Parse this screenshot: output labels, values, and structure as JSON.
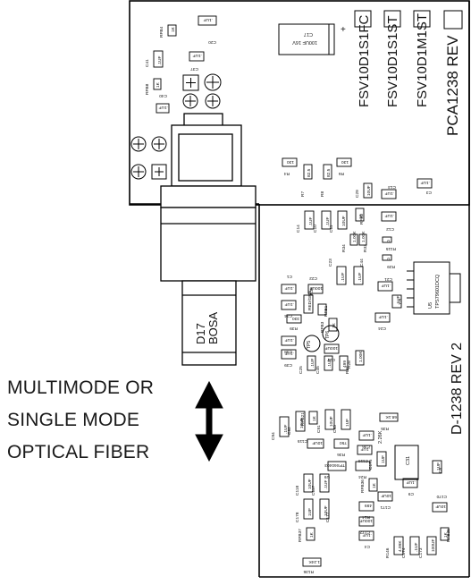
{
  "fiber_label": {
    "line1": "MULTIMODE OR",
    "line2": "SINGLE MODE",
    "line3": "OPTICAL FIBER"
  },
  "bosa_label": {
    "line1": "D17",
    "line2": "BOSA"
  },
  "board": {
    "variants": [
      "FSV10D1S1FC",
      "FSV10D1S1ST",
      "FSV10D1M1ST"
    ],
    "pca": "PCA1238 REV",
    "drawing": "D-1238 REV 2"
  },
  "components": [
    {
      "id": "c20",
      "ref": "C20",
      "val": ".1UF"
    },
    {
      "id": "rfb4",
      "ref": "RFB4",
      "val": "1K"
    },
    {
      "id": "c17",
      "ref": "C17",
      "val": "100UF 16V"
    },
    {
      "id": "c41",
      "ref": "C41",
      "val": ".1UF"
    },
    {
      "id": "c37",
      "ref": "C37",
      "val": ".1UF"
    },
    {
      "id": "rfb8",
      "ref": "RFB8",
      "val": "1K"
    },
    {
      "id": "c40",
      "ref": "C40",
      "val": ".1UF"
    },
    {
      "id": "r4",
      "ref": "R4",
      "val": "130"
    },
    {
      "id": "r7",
      "ref": "R7",
      "val": "82.5"
    },
    {
      "id": "r8",
      "ref": "R8",
      "val": "82.5"
    },
    {
      "id": "r6",
      "ref": "R6",
      "val": "130"
    },
    {
      "id": "c29",
      "ref": "C29",
      "val": "10UF"
    },
    {
      "id": "c13",
      "ref": "C13",
      "val": ".1UF"
    },
    {
      "id": "c3",
      "ref": "C3",
      "val": ".1UF"
    },
    {
      "id": "c12",
      "ref": "C12",
      "val": ".1UF"
    },
    {
      "id": "rfb2",
      "ref": "RFB2",
      "val": "1K"
    },
    {
      "id": "c14",
      "ref": "C14",
      "val": ".1UF"
    },
    {
      "id": "c10",
      "ref": "C10",
      "val": ".1UF"
    },
    {
      "id": "c11",
      "ref": "C11",
      "val": "10UF"
    },
    {
      "id": "r34",
      "ref": "R34",
      "val": "1.00K"
    },
    {
      "id": "r33",
      "ref": "R33",
      "val": "1.00K"
    },
    {
      "id": "r115",
      "ref": "R115",
      "val": "0"
    },
    {
      "id": "r29",
      "ref": "R29",
      "val": "0"
    },
    {
      "id": "c23",
      "ref": "C23",
      "val": ".1UF"
    },
    {
      "id": "c44",
      "ref": "C44",
      "val": ".1UF"
    },
    {
      "id": "u5",
      "ref": "U5",
      "val": "TPS79601DCQ"
    },
    {
      "id": "c21",
      "ref": "C21",
      "val": ".1UF"
    },
    {
      "id": "c1",
      "ref": "C1",
      "val": ".1UF"
    },
    {
      "id": "r38",
      "ref": "R38",
      "val": "RED/GRN"
    },
    {
      "id": "c22",
      "ref": "C22",
      "val": "100UF"
    },
    {
      "id": "c34",
      "ref": "C34",
      "val": ".1UF"
    },
    {
      "id": "rfb1",
      "ref": "RFB1",
      "val": ""
    },
    {
      "id": "r39",
      "ref": "R39",
      "val": "330"
    },
    {
      "id": "rfb3",
      "ref": "RFB3",
      "val": "1K"
    },
    {
      "id": "c24",
      "ref": "C24",
      "val": ".1UF"
    },
    {
      "id": "c5",
      "ref": "C5",
      "val": ".1UF"
    },
    {
      "id": "tp5",
      "ref": "TP5",
      "val": ""
    },
    {
      "id": "tp6",
      "ref": "TP6",
      "val": ""
    },
    {
      "id": "c38",
      "ref": "C38",
      "val": ".1UF"
    },
    {
      "id": "c39",
      "ref": "C39",
      "val": ".1UF"
    },
    {
      "id": "c27",
      "ref": "C27",
      "val": "100UF"
    },
    {
      "id": "c25",
      "ref": "C25",
      "val": ".1UF"
    },
    {
      "id": "c45",
      "ref": "C45",
      "val": ".1UF"
    },
    {
      "id": "r27",
      "ref": "R27",
      "val": "499"
    },
    {
      "id": "r28",
      "ref": "R28",
      "val": "1.00K"
    },
    {
      "id": "rfb21",
      "ref": "RFB21",
      "val": "1K"
    },
    {
      "id": "c91",
      "ref": "C91",
      "val": "10UF"
    },
    {
      "id": "c93",
      "ref": "C93",
      "val": "1UF"
    },
    {
      "id": "c94",
      "ref": "C94",
      "val": ".1UF"
    },
    {
      "id": "c92",
      "ref": "C92",
      "val": "10UF"
    },
    {
      "id": "r35",
      "ref": "R35",
      "val": "68.1K"
    },
    {
      "id": "c36",
      "ref": "C36",
      "val": ".1UF"
    },
    {
      "id": "c115",
      "ref": "C115",
      "val": "10UF"
    },
    {
      "id": "r36",
      "ref": "R36",
      "val": "750"
    },
    {
      "id": "c116",
      "ref": "C116",
      "val": ".1UF"
    },
    {
      "id": "u9",
      "ref": "U9",
      "val": "TPS60403"
    },
    {
      "id": "c31",
      "ref": "C31",
      "val": "2.26K"
    },
    {
      "id": "r24",
      "ref": "R24",
      "val": ""
    },
    {
      "id": "c175",
      "ref": "C175",
      "val": "1UF"
    },
    {
      "id": "c8",
      "ref": "C8",
      "val": "1UF"
    },
    {
      "id": "c9",
      "ref": "C9",
      "val": ".1UF"
    },
    {
      "id": "c118",
      "ref": "C118",
      "val": "10UF"
    },
    {
      "id": "c117",
      "ref": "C117",
      "val": ".1UF"
    },
    {
      "id": "rfb36",
      "ref": "RFB36",
      "val": "1K"
    },
    {
      "id": "c171",
      "ref": "C171",
      "val": "10UF"
    },
    {
      "id": "c170",
      "ref": "C170",
      "val": "10UF"
    },
    {
      "id": "c178",
      "ref": "C178",
      "val": "1UF"
    },
    {
      "id": "c177",
      "ref": "C177",
      "val": "10UF"
    },
    {
      "id": "r14",
      "ref": "R14",
      "val": "499"
    },
    {
      "id": "c172",
      "ref": "C172",
      "val": "100UF"
    },
    {
      "id": "rfb37",
      "ref": "RFB37",
      "val": "1K"
    },
    {
      "id": "c4",
      "ref": "C4",
      "val": ".1UF"
    },
    {
      "id": "rfb35",
      "ref": "RFB35",
      "val": "1K"
    },
    {
      "id": "r146",
      "ref": "R146",
      "val": "4.99K"
    },
    {
      "id": "c174",
      "ref": "C174",
      "val": ".1UF"
    },
    {
      "id": "c173",
      "ref": "C173",
      "val": "100UF"
    },
    {
      "id": "r136",
      "ref": "R136",
      "val": "1.24K"
    }
  ]
}
